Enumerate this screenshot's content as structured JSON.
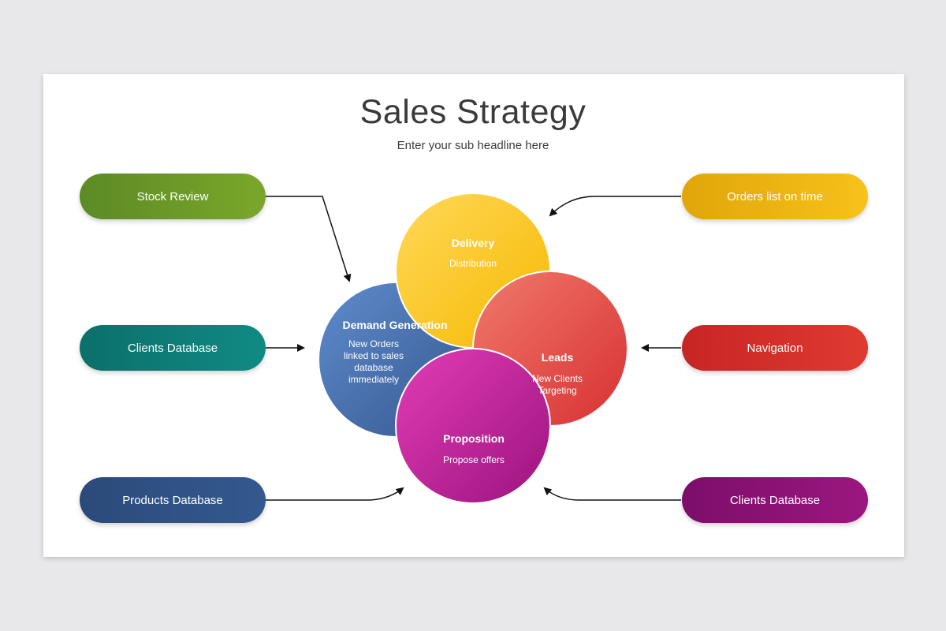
{
  "title": "Sales Strategy",
  "subtitle": "Enter your sub headline here",
  "left_boxes": [
    {
      "label": "Stock Review",
      "color": "#6a9a27"
    },
    {
      "label": "Clients Database",
      "color": "#0f7d78"
    },
    {
      "label": "Products Database",
      "color": "#2f5185"
    }
  ],
  "right_boxes": [
    {
      "label": "Orders list on time",
      "color": "#f0b712"
    },
    {
      "label": "Navigation",
      "color": "#d8302a"
    },
    {
      "label": "Clients Database",
      "color": "#8c1276"
    }
  ],
  "circles": {
    "delivery": {
      "title": "Delivery",
      "lines": [
        "Distribution"
      ],
      "color": "#fcc72c"
    },
    "demand": {
      "title": "Demand Generation",
      "lines": [
        "New Orders",
        "linked to sales",
        "database",
        "immediately"
      ],
      "color": "#4a72ae"
    },
    "leads": {
      "title": "Leads",
      "lines": [
        "New Clients",
        "Targeting"
      ],
      "color": "#e4504a"
    },
    "proposition": {
      "title": "Proposition",
      "lines": [
        "Propose offers"
      ],
      "color": "#c8289f"
    }
  }
}
